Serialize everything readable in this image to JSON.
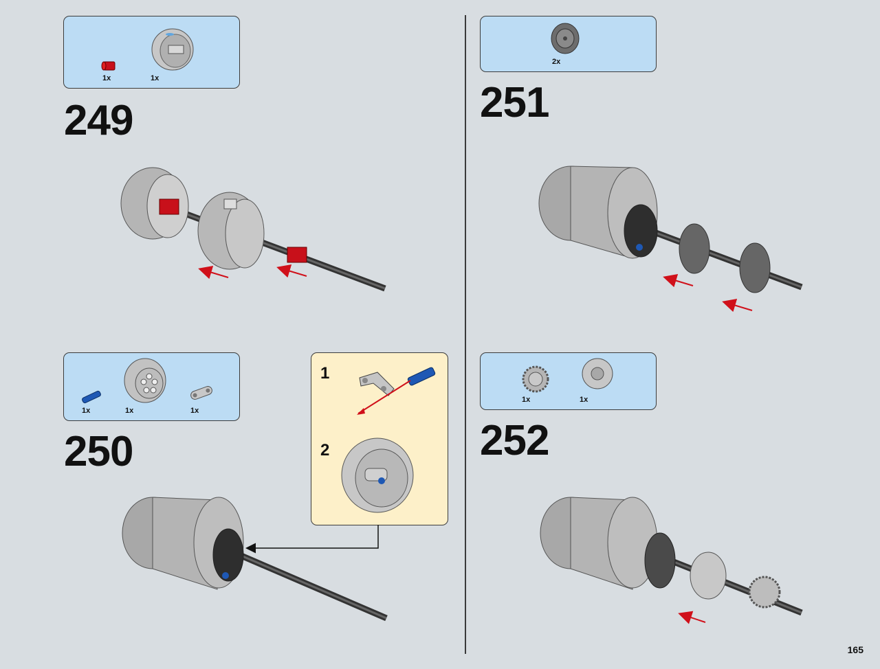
{
  "page_number": "165",
  "steps": [
    {
      "number": "249",
      "parts": [
        {
          "qty": "1x",
          "part": "red-connector"
        },
        {
          "qty": "1x",
          "part": "grey-wheel-hub"
        }
      ]
    },
    {
      "number": "251",
      "parts": [
        {
          "qty": "2x",
          "part": "dark-grey-pulley"
        }
      ]
    },
    {
      "number": "250",
      "parts": [
        {
          "qty": "1x",
          "part": "blue-axle-pin"
        },
        {
          "qty": "1x",
          "part": "grey-wheel-hub"
        },
        {
          "qty": "1x",
          "part": "grey-axle-lever"
        }
      ]
    },
    {
      "number": "252",
      "parts": [
        {
          "qty": "1x",
          "part": "grey-gear"
        },
        {
          "qty": "1x",
          "part": "grey-clutch-gear"
        }
      ]
    }
  ],
  "subassembly": {
    "steps": [
      "1",
      "2"
    ]
  },
  "colors": {
    "background": "#d8dde1",
    "parts_box": "#bcdcf4",
    "subassembly_box": "#fdf0c9",
    "arrow": "#d0101a",
    "brick_grey": "#a0a0a0",
    "red": "#c8101a",
    "blue": "#1e58b4"
  }
}
